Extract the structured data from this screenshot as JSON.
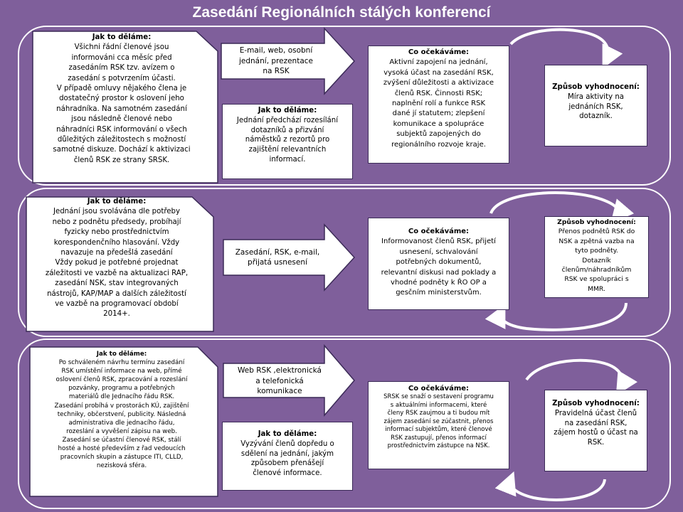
{
  "title": "Zasedání Regionálních stálých konferencí",
  "rows": [
    {
      "left": {
        "heading": "Jak to děláme:",
        "text": "Všichni řádní členové jsou\ninformováni cca měsíc před\nzasedáním RSK tzv. avízem o\nzasedání s potvrzením  účasti.\nV případě omluvy nějakého člena je\ndostatečný prostor k oslovení jeho\nnáhradníka. Na samotném zasedání\njsou následně členové nebo\nnáhradníci RSK informování o všech\ndůležitých záležitostech s možností\nsamotné diskuze. Dochází k aktivizaci\nčlenů RSK ze strany SRSK."
      },
      "arrow": {
        "text": "E-mail, web, osobní\njednání, prezentace\nna RSK"
      },
      "middle": {
        "heading": "Jak to děláme:",
        "text": "Jednání předchází rozesílání\ndotazníků a přizvání\nnáměstků z rezortů pro\nzajištění relevantních\ninformací."
      },
      "expect": {
        "heading": "Co očekáváme:",
        "text": "Aktivní zapojení na jednání,\nvysoká účast na zasedání RSK,\nzvýšení důležitosti a aktivizace\nčlenů RSK. Činnosti RSK;\nnaplnění rolí a funkce RSK\ndané jí statutem;  zlepšení\nkomunikace a spolupráce\nsubjektů zapojených do\nregionálního rozvoje kraje."
      },
      "eval": {
        "heading": "Způsob vyhodnocení:",
        "text": "Míra aktivity na\njednáních RSK,\ndotazník."
      }
    },
    {
      "left": {
        "heading": "Jak to děláme:",
        "text": "Jednání jsou svolávána dle potřeby\nnebo z podnětu předsedy, probíhají\nfyzicky nebo prostřednictvím\nkorespondenčního hlasování. Vždy\nnavazuje na předešlá zasedání\nVždy pokud je potřebné projednat\nzáležitosti ve vazbě na aktualizaci RAP,\nzasedání NSK,  stav integrovaných\nnástrojů, KAP/MAP  a dalších záležitostí\nve vazbě na programovací období\n2014+."
      },
      "arrow": {
        "text": "Zasedání, RSK, e-mail,\npřijatá usnesení"
      },
      "expect": {
        "heading": "Co očekáváme:",
        "text": "Informovanost členů RSK, přijetí\nusnesení, schvalování\npotřebných dokumentů,\nrelevantní diskusi nad poklady a\nvhodné podněty k ŘO OP a\ngesčním ministerstvům."
      },
      "eval": {
        "heading": "Způsob vyhodnocení:",
        "text": "Přenos podnětů RSK do\nNSK a zpětná vazba na\ntyto podněty.\nDotazník\nčlenům/náhradníkům\nRSK ve spolupráci s\nMMR."
      }
    },
    {
      "left": {
        "heading": "Jak to děláme:",
        "text": "Po schváleném návrhu termínu zasedání\nRSK umístění informace na web, přímé\noslovení členů RSK, zpracování a rozeslání\npozvánky, programu a potřebných\nmateriálů dle Jednacího řádu RSK.\nZasedání probíhá v prostorách KÚ, zajištění\ntechniky, občerstvení, publicity. Následná\nadministrativa dle jednacího řádu,\nrozeslání a vyvěšení zápisu na web.\nZasedání se účastní členové RSK, stálí\nhosté a hosté především z řad vedoucích\npracovních skupin a zástupce ITI, CLLD,\nnezisková sféra."
      },
      "arrow": {
        "text": "Web RSK ,elektronická\na telefonická\nkomunikace"
      },
      "middle": {
        "heading": "Jak to děláme:",
        "text": "Vyzývání členů dopředu o\nsdělení na jednání, jakým\nzpůsobem přenášejí\nčlenové informace."
      },
      "expect": {
        "heading": "Co očekáváme:",
        "text": "SRSK  se snaží o sestavení programu\ns aktuálními informacemi, které\nčleny RSK  zaujmou a ti budou mít\nzájem zasedání se zúčastnit, přenos\ninformací subjektům, které členové\nRSK zastupují, přenos informací\nprostřednictvím zástupce na NSK."
      },
      "eval": {
        "heading": "Způsob vyhodnocení:",
        "text": "Pravidelná účast členů\nna zasedání RSK,\nzájem hostů o účast na\nRSK."
      }
    }
  ]
}
